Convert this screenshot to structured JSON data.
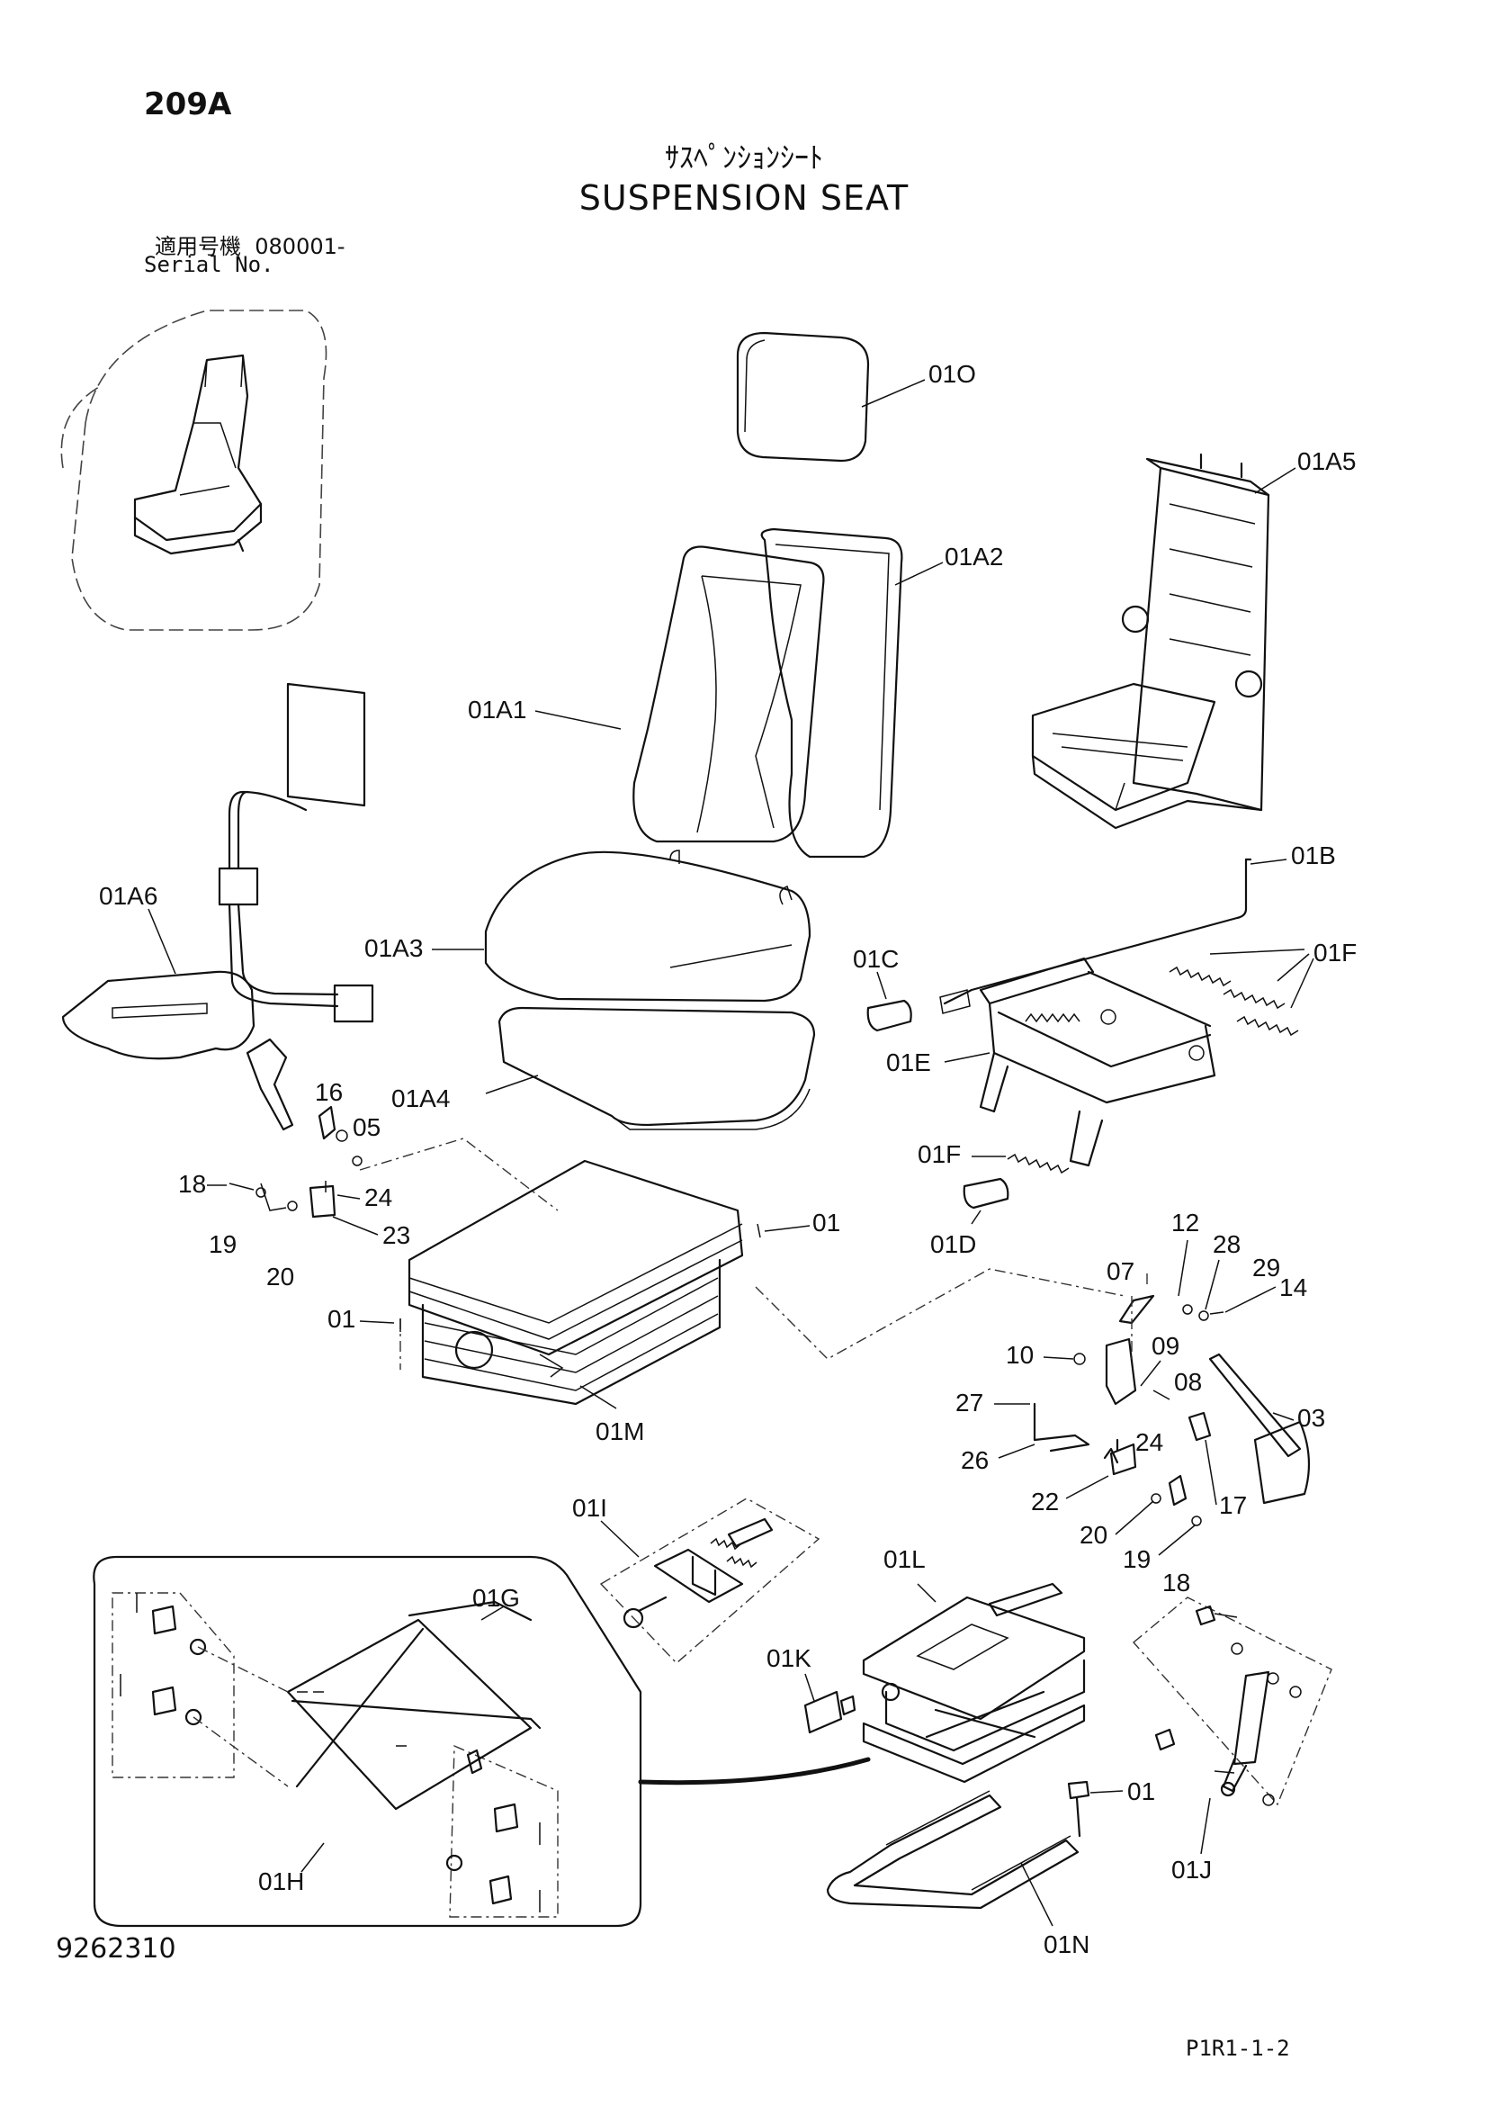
{
  "header": {
    "page_code": "209A",
    "title_jp": "ｻｽﾍﾟﾝｼｮﾝｼｰﾄ",
    "title_en": "SUSPENSION SEAT",
    "serial_label_jp": "適用号機",
    "serial_value": "080001-",
    "serial_label_en": "Serial No."
  },
  "footer": {
    "drawing_number": "9262310",
    "reference_code": "P1R1-1-2"
  },
  "callouts": {
    "p01O": "01O",
    "p01A5": "01A5",
    "p01A2": "01A2",
    "p01A1": "01A1",
    "p01A6": "01A6",
    "p01A3": "01A3",
    "p01A4": "01A4",
    "p01B": "01B",
    "p01F_a": "01F",
    "p01C": "01C",
    "p01E": "01E",
    "p01F_b": "01F",
    "p01D": "01D",
    "p16": "16",
    "p05": "05",
    "p18_a": "18",
    "p24_a": "24",
    "p19_a": "19",
    "p20_a": "20",
    "p23": "23",
    "p01_a": "01",
    "p01_b": "01",
    "p01M": "01M",
    "p12": "12",
    "p28": "28",
    "p29": "29",
    "p14": "14",
    "p07": "07",
    "p10": "10",
    "p09": "09",
    "p08": "08",
    "p27": "27",
    "p24_b": "24",
    "p03": "03",
    "p26": "26",
    "p22": "22",
    "p17": "17",
    "p20_b": "20",
    "p19_b": "19",
    "p18_b": "18",
    "p01I": "01I",
    "p01G": "01G",
    "p01L": "01L",
    "p01K": "01K",
    "p01H": "01H",
    "p01_c": "01",
    "p01J": "01J",
    "p01N": "01N"
  }
}
